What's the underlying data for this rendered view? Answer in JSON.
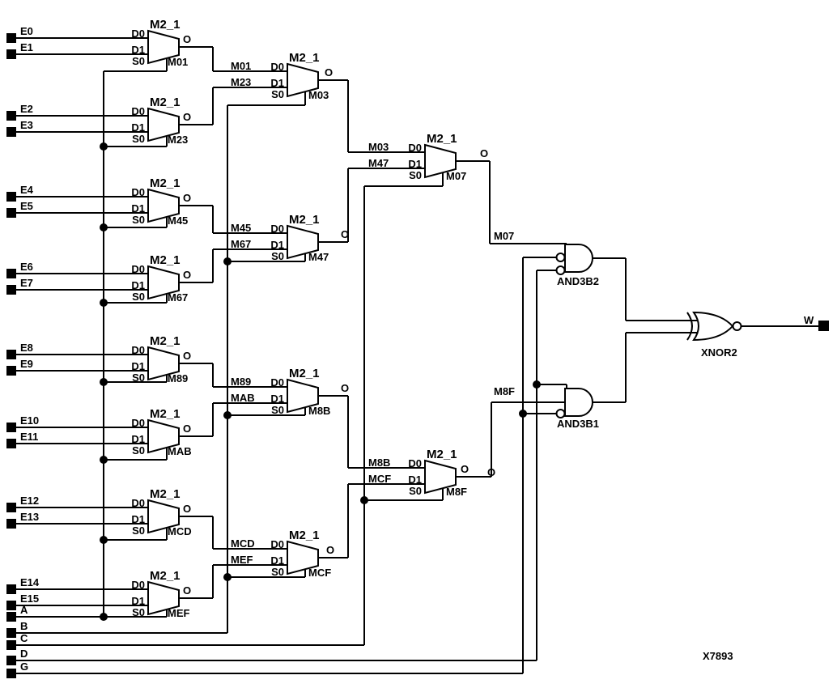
{
  "schematic": {
    "figure_id": "X7893",
    "component_type": "M2_1",
    "pin_labels": {
      "d0": "D0",
      "d1": "D1",
      "s0": "S0",
      "o": "O"
    },
    "input_pins": [
      "E0",
      "E1",
      "E2",
      "E3",
      "E4",
      "E5",
      "E6",
      "E7",
      "E8",
      "E9",
      "E10",
      "E11",
      "E12",
      "E13",
      "E14",
      "E15",
      "A",
      "B",
      "C",
      "D",
      "G"
    ],
    "output_pin": "W",
    "muxes": [
      {
        "name": "M01"
      },
      {
        "name": "M23"
      },
      {
        "name": "M45"
      },
      {
        "name": "M67"
      },
      {
        "name": "M89"
      },
      {
        "name": "MAB"
      },
      {
        "name": "MCD"
      },
      {
        "name": "MEF"
      },
      {
        "name": "M03",
        "d0_net": "M01",
        "d1_net": "M23"
      },
      {
        "name": "M47",
        "d0_net": "M45",
        "d1_net": "M67"
      },
      {
        "name": "M8B",
        "d0_net": "M89",
        "d1_net": "MAB"
      },
      {
        "name": "MCF",
        "d0_net": "MCD",
        "d1_net": "MEF"
      },
      {
        "name": "M07",
        "d0_net": "M03",
        "d1_net": "M47"
      },
      {
        "name": "M8F",
        "d0_net": "M8B",
        "d1_net": "MCF"
      }
    ],
    "net_labels": {
      "m07": "M07",
      "m8f": "M8F"
    },
    "gates": {
      "and_top": "AND3B2",
      "and_bottom": "AND3B1",
      "xnor": "XNOR2"
    }
  }
}
